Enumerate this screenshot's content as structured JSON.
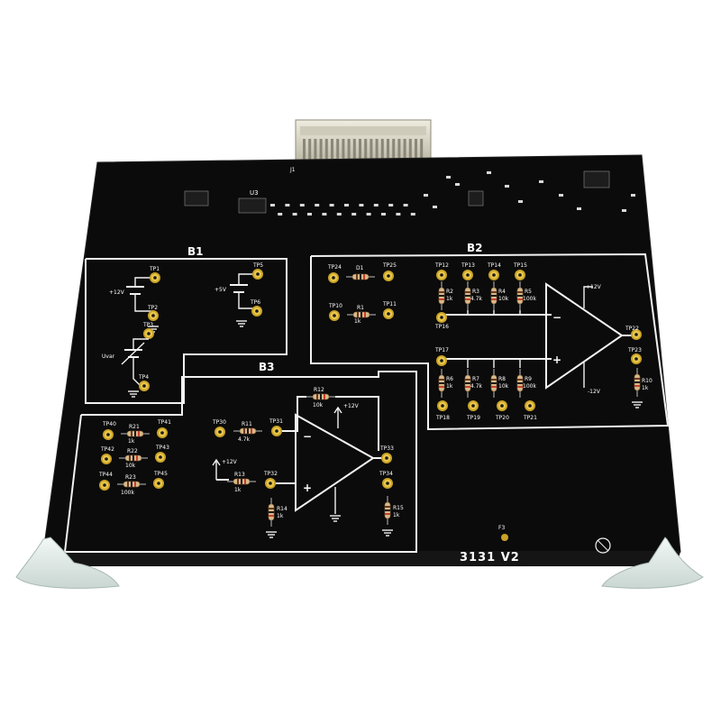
{
  "board": {
    "version_label": "3131 V2",
    "connector_label": "J1",
    "u3_label": "U3",
    "f3_label": "F3",
    "colors": {
      "pcb": "#0b0b0b",
      "silkscreen": "#f2f2f2",
      "pad": "#c9a227",
      "connector": "#d9d6c8",
      "ejector": "#dde8e4"
    }
  },
  "sections": {
    "b1": {
      "title": "B1",
      "labels": {
        "tp1": "TP1",
        "tp2": "TP2",
        "tp3": "TP3",
        "tp4": "TP4",
        "tp5": "TP5",
        "tp6": "TP6",
        "v12": "+12V",
        "v5": "+5V",
        "uvar": "Uvar"
      }
    },
    "b2": {
      "title": "B2",
      "labels": {
        "tp24": "TP24",
        "tp25": "TP25",
        "d1": "D1",
        "tp10": "TP10",
        "tp11": "TP11",
        "r1": "R1",
        "r1_val": "1k",
        "tp12": "TP12",
        "tp13": "TP13",
        "tp14": "TP14",
        "tp15": "TP15",
        "tp16": "TP16",
        "r2": "R2",
        "r2_val": "1k",
        "r3": "R3",
        "r3_val": "4.7k",
        "r4": "R4",
        "r4_val": "10k",
        "r5": "R5",
        "r5_val": "100k",
        "tp17": "TP17",
        "r6": "R6",
        "r6_val": "1k",
        "r7": "R7",
        "r7_val": "4.7k",
        "r8": "R8",
        "r8_val": "10k",
        "r9": "R9",
        "r9_val": "100k",
        "tp18": "TP18",
        "tp19": "TP19",
        "tp20": "TP20",
        "tp21": "TP21",
        "tp22": "TP22",
        "tp23": "TP23",
        "r10": "R10",
        "r10_val": "1k",
        "vpos": "+12V",
        "vneg": "-12V",
        "minus": "−",
        "plus": "+"
      }
    },
    "b3": {
      "title": "B3",
      "labels": {
        "tp40": "TP40",
        "tp41": "TP41",
        "r21": "R21",
        "r21_val": "1k",
        "tp42": "TP42",
        "tp43": "TP43",
        "r22": "R22",
        "r22_val": "10k",
        "tp44": "TP44",
        "tp45": "TP45",
        "r23": "R23",
        "r23_val": "100k",
        "tp30": "TP30",
        "tp31": "TP31",
        "r11": "R11",
        "r11_val": "4.7k",
        "r12": "R12",
        "r12_val": "10k",
        "v12": "+12V",
        "v12b": "+12V",
        "tp32": "TP32",
        "r13": "R13",
        "r13_val": "1k",
        "r14": "R14",
        "r14_val": "1k",
        "tp33": "TP33",
        "tp34": "TP34",
        "r15": "R15",
        "r15_val": "1k",
        "minus": "−",
        "plus": "+"
      }
    }
  }
}
